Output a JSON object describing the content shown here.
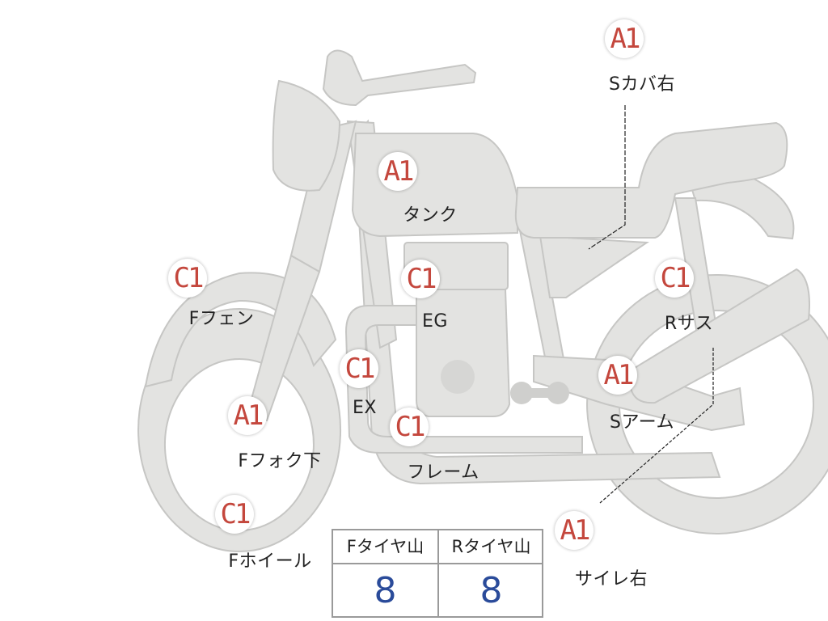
{
  "parts": [
    {
      "id": "s-cover-right",
      "grade": "A1",
      "label": "Sカバ右"
    },
    {
      "id": "tank",
      "grade": "A1",
      "label": "タンク"
    },
    {
      "id": "f-fender",
      "grade": "C1",
      "label": "Fフェン"
    },
    {
      "id": "engine",
      "grade": "C1",
      "label": "EG"
    },
    {
      "id": "r-suspension",
      "grade": "C1",
      "label": "Rサス"
    },
    {
      "id": "exhaust",
      "grade": "C1",
      "label": "EX"
    },
    {
      "id": "swing-arm",
      "grade": "A1",
      "label": "Sアーム"
    },
    {
      "id": "f-fork-lower",
      "grade": "A1",
      "label": "Fフォク下"
    },
    {
      "id": "frame",
      "grade": "C1",
      "label": "フレーム"
    },
    {
      "id": "f-wheel",
      "grade": "C1",
      "label": "Fホイール"
    },
    {
      "id": "silencer-right",
      "grade": "A1",
      "label": "サイレ右"
    }
  ],
  "tire_tread": {
    "front_label": "Fタイヤ山",
    "front_value": "8",
    "rear_label": "Rタイヤ山",
    "rear_value": "8"
  },
  "colors": {
    "body_fill": "#e3e3e1",
    "body_stroke": "#c8c8c6",
    "grade_text": "#c4473d",
    "value_text": "#2a4b9a"
  }
}
